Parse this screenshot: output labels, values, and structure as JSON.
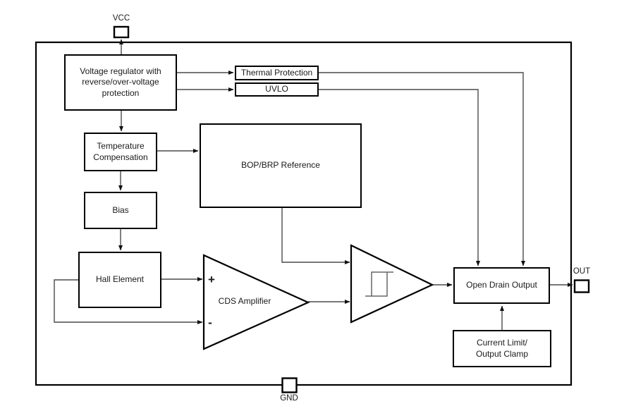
{
  "pins": {
    "vcc": "VCC",
    "gnd": "GND",
    "out": "OUT"
  },
  "blocks": {
    "voltage_regulator": "Voltage regulator with\nreverse/over-voltage\nprotection",
    "thermal_protection": "Thermal Protection",
    "uvlo": "UVLO",
    "temperature_compensation": "Temperature\nCompensation",
    "bias": "Bias",
    "bop_brp_reference": "BOP/BRP Reference",
    "hall_element": "Hall Element",
    "cds_amplifier": "CDS Amplifier",
    "cds_plus": "+",
    "cds_minus": "-",
    "open_drain_output": "Open Drain Output",
    "current_limit": "Current Limit/\nOutput Clamp"
  },
  "icons": {
    "hysteresis": "schmitt-trigger-hysteresis"
  },
  "colors": {
    "wire": "#4a4a4a",
    "outline": "#000000",
    "background": "#ffffff"
  }
}
